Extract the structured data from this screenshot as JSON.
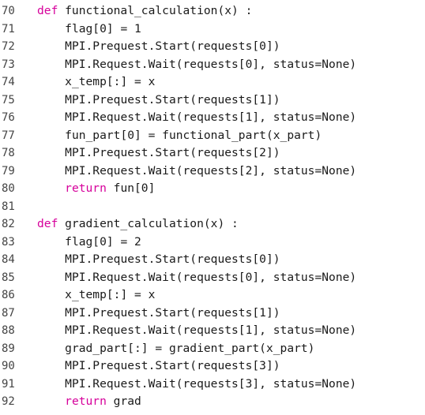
{
  "colors": {
    "keyword": "#d6009b",
    "text": "#1a1a1a",
    "line_number": "#444444"
  },
  "lines": [
    {
      "no": "70",
      "indent": "",
      "keyword": "def",
      "rest": " functional_calculation(x) :"
    },
    {
      "no": "71",
      "indent": "    ",
      "keyword": "",
      "rest": "flag[0] = 1"
    },
    {
      "no": "72",
      "indent": "    ",
      "keyword": "",
      "rest": "MPI.Prequest.Start(requests[0])"
    },
    {
      "no": "73",
      "indent": "    ",
      "keyword": "",
      "rest": "MPI.Request.Wait(requests[0], status=None)"
    },
    {
      "no": "74",
      "indent": "    ",
      "keyword": "",
      "rest": "x_temp[:] = x"
    },
    {
      "no": "75",
      "indent": "    ",
      "keyword": "",
      "rest": "MPI.Prequest.Start(requests[1])"
    },
    {
      "no": "76",
      "indent": "    ",
      "keyword": "",
      "rest": "MPI.Request.Wait(requests[1], status=None)"
    },
    {
      "no": "77",
      "indent": "    ",
      "keyword": "",
      "rest": "fun_part[0] = functional_part(x_part)"
    },
    {
      "no": "78",
      "indent": "    ",
      "keyword": "",
      "rest": "MPI.Prequest.Start(requests[2])"
    },
    {
      "no": "79",
      "indent": "    ",
      "keyword": "",
      "rest": "MPI.Request.Wait(requests[2], status=None)"
    },
    {
      "no": "80",
      "indent": "    ",
      "keyword": "return",
      "rest": " fun[0]"
    },
    {
      "no": "81",
      "indent": "",
      "keyword": "",
      "rest": ""
    },
    {
      "no": "82",
      "indent": "",
      "keyword": "def",
      "rest": " gradient_calculation(x) :"
    },
    {
      "no": "83",
      "indent": "    ",
      "keyword": "",
      "rest": "flag[0] = 2"
    },
    {
      "no": "84",
      "indent": "    ",
      "keyword": "",
      "rest": "MPI.Prequest.Start(requests[0])"
    },
    {
      "no": "85",
      "indent": "    ",
      "keyword": "",
      "rest": "MPI.Request.Wait(requests[0], status=None)"
    },
    {
      "no": "86",
      "indent": "    ",
      "keyword": "",
      "rest": "x_temp[:] = x"
    },
    {
      "no": "87",
      "indent": "    ",
      "keyword": "",
      "rest": "MPI.Prequest.Start(requests[1])"
    },
    {
      "no": "88",
      "indent": "    ",
      "keyword": "",
      "rest": "MPI.Request.Wait(requests[1], status=None)"
    },
    {
      "no": "89",
      "indent": "    ",
      "keyword": "",
      "rest": "grad_part[:] = gradient_part(x_part)"
    },
    {
      "no": "90",
      "indent": "    ",
      "keyword": "",
      "rest": "MPI.Prequest.Start(requests[3])"
    },
    {
      "no": "91",
      "indent": "    ",
      "keyword": "",
      "rest": "MPI.Request.Wait(requests[3], status=None)"
    },
    {
      "no": "92",
      "indent": "    ",
      "keyword": "return",
      "rest": " grad"
    }
  ]
}
